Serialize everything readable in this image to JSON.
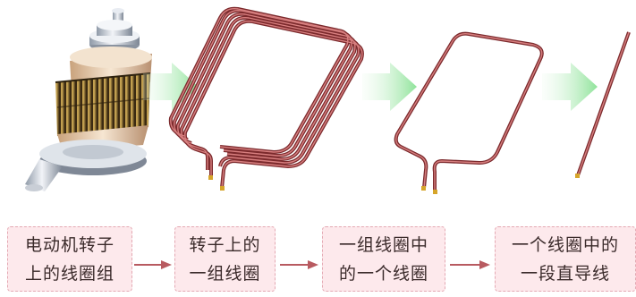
{
  "labels": [
    {
      "line1": "电动机转子",
      "line2": "上的线圈组"
    },
    {
      "line1": "转子上的",
      "line2": "一组线圈"
    },
    {
      "line1": "一组线圈中",
      "line2": "的一个线圈"
    },
    {
      "line1": "一个线圈中的",
      "line2": "一段直导线"
    }
  ],
  "colors": {
    "wire": "#b5484b",
    "arrow_green": "#9fe4a4",
    "arrow_red": "#b85a60",
    "label_bg": "#fde9ec",
    "label_border": "#e4a9b3"
  }
}
